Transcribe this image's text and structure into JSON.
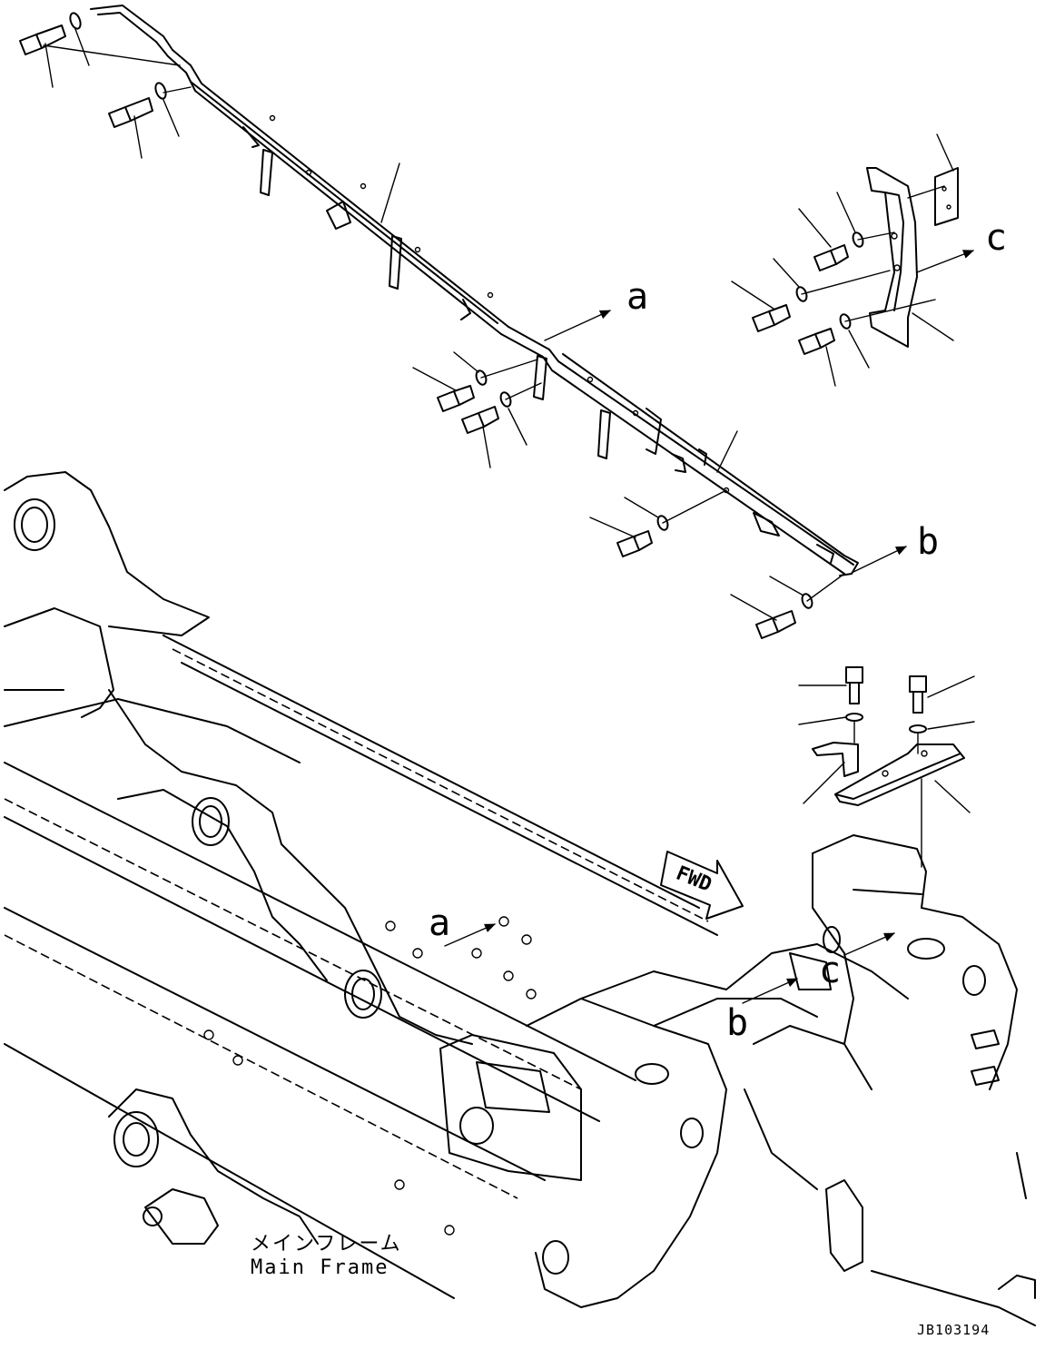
{
  "labels": {
    "a_upper": "a",
    "b_upper": "b",
    "c_upper": "c",
    "a_lower": "a",
    "b_lower": "b",
    "c_lower": "c"
  },
  "fwd_label": "FWD",
  "caption": {
    "japanese": "メインフレーム",
    "english": "Main Frame"
  },
  "drawing_code": "JB103194"
}
